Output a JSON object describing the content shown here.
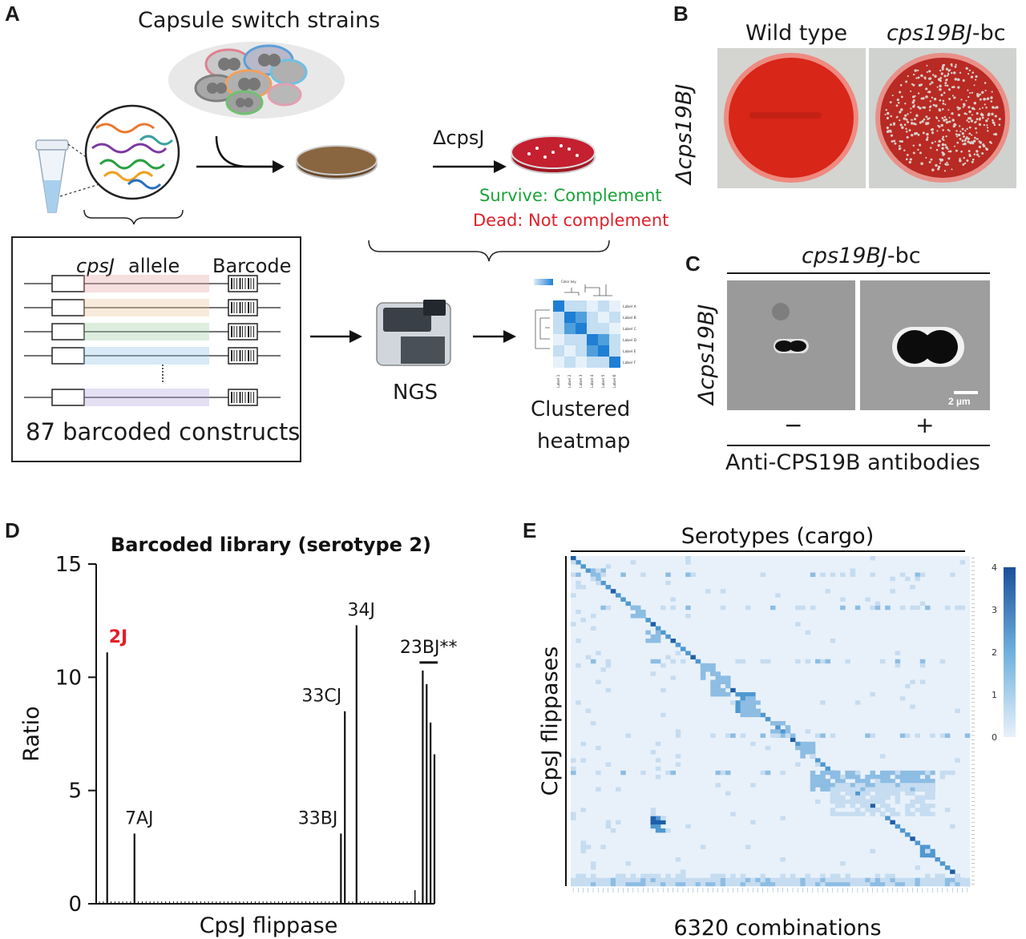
{
  "panel_a": {
    "label": "A",
    "title": "Capsule switch strains",
    "delta_label": "ΔcpsJ",
    "survive": "Survive: Complement",
    "dead": "Dead: Not complement",
    "allele_label": "cpsJ",
    "allele_suffix": "allele",
    "barcode_label": "Barcode",
    "constructs": "87 barcoded constructs",
    "ngs": "NGS",
    "heatmap_line1": "Clustered",
    "heatmap_line2": "heatmap",
    "mini_heatmap_key": "Color key",
    "mini_heatmap_row_labels": [
      "Label A",
      "Label B",
      "Label C",
      "Label D",
      "Label E",
      "Label F"
    ],
    "mini_heatmap_col_labels": [
      "Label 1",
      "Label 2",
      "Label 3",
      "Label 4",
      "Label 5",
      "Label 6"
    ],
    "construct_colors": [
      "#e8a6a6",
      "#f0c79a",
      "#9fd0a6",
      "#8fc4e8",
      "#b6a6e0"
    ]
  },
  "panel_b": {
    "label": "B",
    "col1": "Wild type",
    "col2_italic": "cps19BJ",
    "col2_suffix": "-bc",
    "row_label": "Δcps19BJ"
  },
  "panel_c": {
    "label": "C",
    "header_italic": "cps19BJ",
    "header_suffix": "-bc",
    "row_label": "Δcps19BJ",
    "scale_bar": "2 µm",
    "minus": "−",
    "plus": "+",
    "footer": "Anti-CPS19B antibodies"
  },
  "panel_d": {
    "label": "D",
    "chart_data": {
      "type": "bar",
      "title": "Barcoded library (serotype 2)",
      "xlabel": "CpsJ flippase",
      "ylabel": "Ratio",
      "ylim": [
        0,
        15
      ],
      "yticks": [
        "0",
        "5",
        "10",
        "15"
      ],
      "n_constructs": 87,
      "labeled_bars": [
        {
          "label": "2J",
          "index": 2,
          "value": 11.1,
          "color": "#e0202a"
        },
        {
          "label": "7AJ",
          "index": 9,
          "value": 3.1,
          "color": "#1a1a1a"
        },
        {
          "label": "33BJ",
          "index": 62,
          "value": 3.1,
          "color": "#1a1a1a"
        },
        {
          "label": "33CJ",
          "index": 63,
          "value": 8.5,
          "color": "#1a1a1a"
        },
        {
          "label": "34J",
          "index": 66,
          "value": 12.3,
          "color": "#1a1a1a"
        }
      ],
      "group_label": "23BJ**",
      "group_bars": [
        {
          "index": 83,
          "value": 10.3
        },
        {
          "index": 84,
          "value": 9.7
        },
        {
          "index": 85,
          "value": 8.0
        },
        {
          "index": 86,
          "value": 6.6
        }
      ],
      "small_bars": [
        {
          "index": 81,
          "value": 0.6
        }
      ]
    }
  },
  "panel_e": {
    "label": "E",
    "chart_data": {
      "type": "heatmap",
      "title": "Serotypes (cargo)",
      "xlabel": "6320 combinations",
      "ylabel": "CpsJ flippases",
      "colorbar_ticks": [
        "0",
        "1",
        "2",
        "3",
        "4"
      ],
      "colorbar_range": [
        0,
        4
      ],
      "n_rows": 80,
      "n_cols": 80
    }
  }
}
